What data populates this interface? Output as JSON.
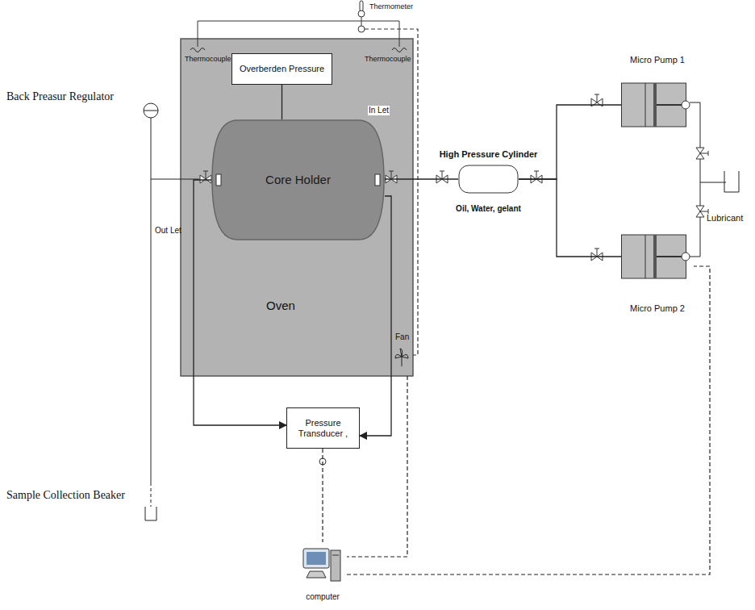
{
  "diagram": {
    "nodes": [
      {
        "text": [
          "Oven"
        ]
      },
      {
        "text": [
          "Overberden Pressure"
        ],
        "in": 0
      },
      {
        "text": [
          "Core Holder"
        ],
        "in": 0
      },
      {
        "text": [
          "Pressure Transducer ,"
        ]
      },
      {
        "text": [
          "High Pressure Cylinder",
          "Oil, Water, gelant"
        ]
      },
      {
        "text": [
          "Micro Pump 1"
        ]
      },
      {
        "text": [
          "Micro Pump 2"
        ]
      },
      {
        "text": [
          "computer"
        ]
      }
    ],
    "edges": [
      {
        "from": 1,
        "to": 2,
        "arrow": "none"
      },
      {
        "from": 2,
        "to": 3,
        "arrow": "to"
      },
      {
        "from": 2,
        "to": 3,
        "arrow": "to"
      },
      {
        "from": 4,
        "to": 2,
        "arrow": "none"
      },
      {
        "from": 5,
        "to": 4,
        "arrow": "none"
      },
      {
        "from": 6,
        "to": 4,
        "arrow": "none"
      },
      {
        "from": 3,
        "to": 7,
        "arrow": "none"
      },
      {
        "from": 0,
        "to": 7,
        "arrow": "none"
      },
      {
        "from": 7,
        "to": 6,
        "arrow": "none"
      }
    ],
    "labels": [
      "Thermometer",
      "Thermocouple",
      "Thermocouple",
      "In Let",
      "Fan",
      "Back Preasur Regulator",
      "Out Let",
      "Sample Collection Beaker",
      "Lubricant"
    ]
  }
}
